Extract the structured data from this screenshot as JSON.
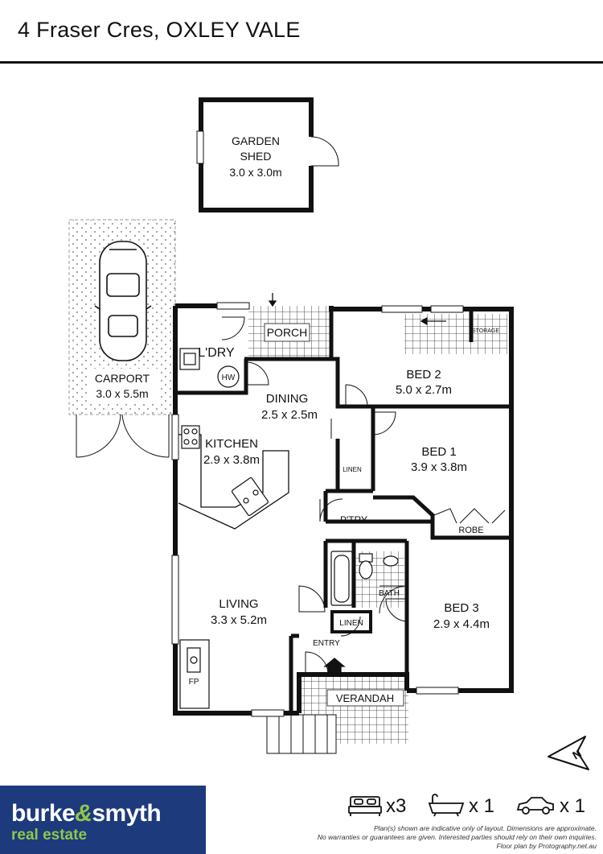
{
  "header": {
    "address": "4 Fraser Cres, OXLEY VALE"
  },
  "rooms": {
    "garden_shed": {
      "name1": "GARDEN",
      "name2": "SHED",
      "size": "3.0 x 3.0m"
    },
    "carport": {
      "name": "CARPORT",
      "size": "3.0 x 5.5m"
    },
    "porch": {
      "name": "PORCH"
    },
    "laundry": {
      "name": "L'DRY",
      "hw": "HW"
    },
    "bed2": {
      "name": "BED 2",
      "size": "5.0 x 2.7m",
      "storage": "STORAGE"
    },
    "dining": {
      "name": "DINING",
      "size": "2.5 x 2.5m"
    },
    "kitchen": {
      "name": "KITCHEN",
      "size": "2.9 x 3.8m"
    },
    "bed1": {
      "name": "BED 1",
      "size": "3.9 x 3.8m",
      "linen": "LINEN"
    },
    "pantry": {
      "name": "P'TRY"
    },
    "robe": {
      "name": "ROBE"
    },
    "bath": {
      "name": "BATH"
    },
    "linen2": {
      "name": "LINEN"
    },
    "bed3": {
      "name": "BED 3",
      "size": "2.9 x 4.4m"
    },
    "living": {
      "name": "LIVING",
      "size": "3.3 x 5.2m",
      "fp": "FP"
    },
    "entry": {
      "name": "ENTRY"
    },
    "verandah": {
      "name": "VERANDAH"
    }
  },
  "compass": {
    "label": "N"
  },
  "footer": {
    "brand_main": "burke",
    "brand_amp": "&",
    "brand_end": "smyth",
    "brand_sub": "real estate",
    "bed_count": "x3",
    "bath_count": "x 1",
    "car_count": "x 1",
    "disclaimer_1": "Plan(s) shown are indicative only of layout. Dimensions are approximate.",
    "disclaimer_2": "No warranties or guarantees are given. Interested parties should rely on their own inquiries.",
    "disclaimer_3": "Floor plan by Protography.net.au"
  },
  "colors": {
    "brand_blue": "#1d3a7d",
    "brand_green": "#8fc74a"
  }
}
